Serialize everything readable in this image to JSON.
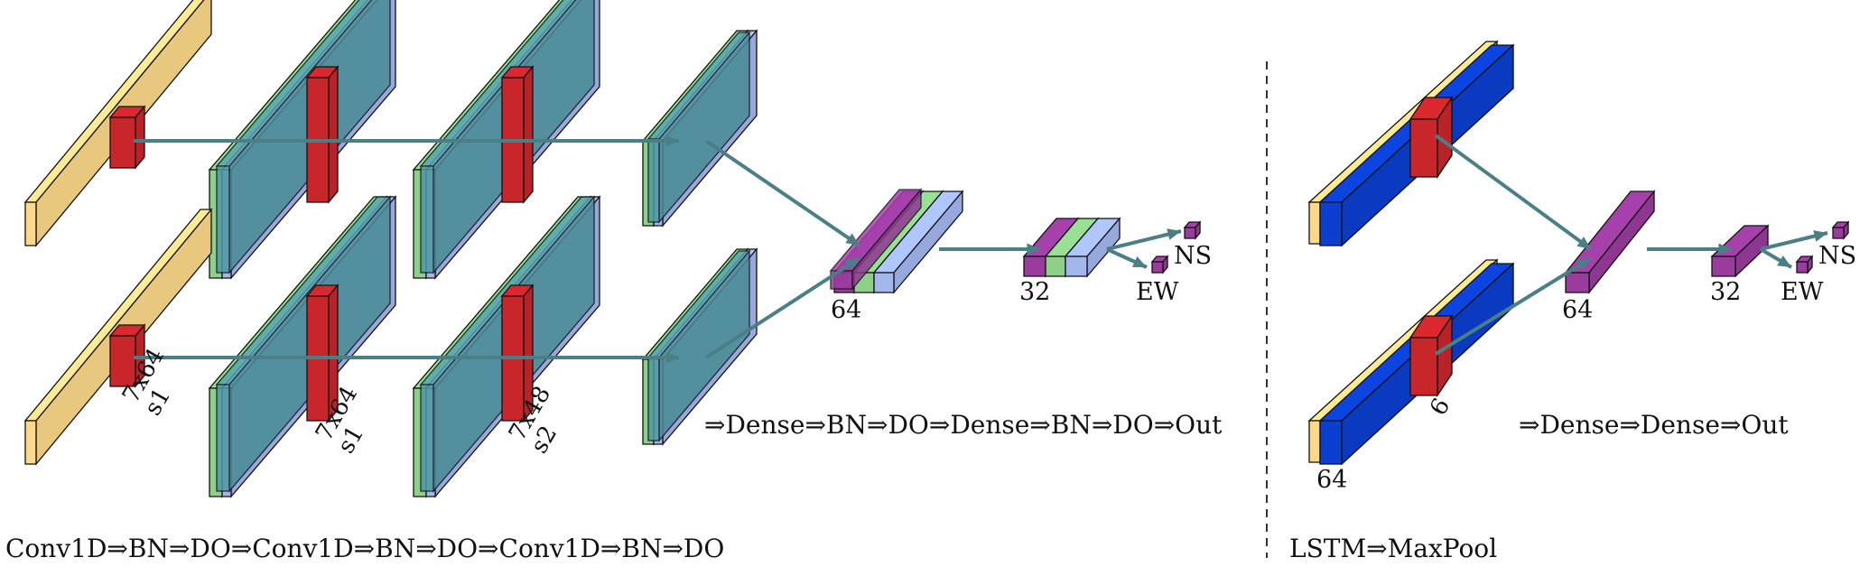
{
  "left_panel": {
    "conv_pipeline_caption": "Conv1D⇒BN⇒DO⇒Conv1D⇒BN⇒DO⇒Conv1D⇒BN⇒DO",
    "dense_pipeline_caption": "⇒Dense⇒BN⇒DO⇒Dense⇒BN⇒DO⇒Out",
    "kernel_label_1": {
      "size": "7x64",
      "stride": "s1"
    },
    "kernel_label_2": {
      "size": "7x64",
      "stride": "s1"
    },
    "kernel_label_3": {
      "size": "7x48",
      "stride": "s2"
    },
    "dense_1_units": "64",
    "dense_2_units": "32",
    "output_ns": "NS",
    "output_ew": "EW"
  },
  "right_panel": {
    "lstm_caption": "LSTM⇒MaxPool",
    "dense_caption": "⇒Dense⇒Dense⇒Out",
    "lstm_units": "64",
    "pool_label": "6",
    "dense_1_units": "64",
    "dense_2_units": "32",
    "output_ns": "NS",
    "output_ew": "EW"
  },
  "colors": {
    "input": "#fcd98a",
    "kernel": "#c9262b",
    "bn": "#8ecf8a",
    "conv": "#4f97a3",
    "dropout": "#a3b7ef",
    "dense": "#9a3c9e",
    "lstm": "#0a3fd0",
    "arrow": "#4a7f86"
  }
}
